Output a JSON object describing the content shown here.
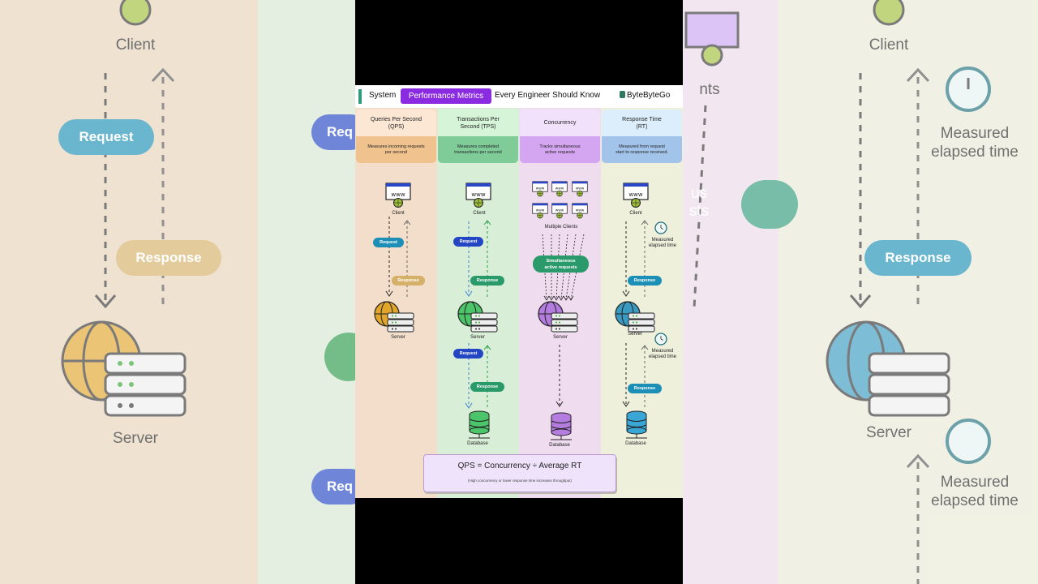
{
  "header": {
    "prefix": "System",
    "highlight": "Performance Metrics",
    "suffix": "Every Engineer Should Know",
    "brand": "ByteByteGo"
  },
  "columns": [
    {
      "title_l1": "Queries Per Second",
      "title_l2": "(QPS)",
      "desc_l1": "Measures incoming requests",
      "desc_l2": "per second"
    },
    {
      "title_l1": "Transactions Per",
      "title_l2": "Second (TPS)",
      "desc_l1": "Measures completed",
      "desc_l2": "transactions per second"
    },
    {
      "title_l1": "Concurrency",
      "title_l2": "",
      "desc_l1": "Tracks simultaneous",
      "desc_l2": "active requests"
    },
    {
      "title_l1": "Response Time",
      "title_l2": "(RT)",
      "desc_l1": "Measured from request",
      "desc_l2": "start to response received."
    }
  ],
  "labels": {
    "client": "Client",
    "server": "Server",
    "database": "Database",
    "request": "Request",
    "response": "Response",
    "multiple_clients": "Multiple Clients",
    "simultaneous_l1": "Simultaneous",
    "simultaneous_l2": "active requests",
    "measured_l1": "Measured",
    "measured_l2": "elapsed time"
  },
  "formula": {
    "main": "QPS = Concurrency ÷ Average RT",
    "note": "(High concurrency or lower response time increases throughput)"
  },
  "background": {
    "left_client": "Client",
    "left_request": "Request",
    "left_response": "Response",
    "left_server": "Server",
    "left_req2": "Req",
    "left_req3": "Req",
    "right_client": "Client",
    "right_response": "Response",
    "right_server": "Server",
    "right_measured_l1": "Measured",
    "right_measured_l2": "elapsed time",
    "right_measured2_l1": "Measured",
    "right_measured2_l2": "elapsed time",
    "right_partial1": "nts",
    "right_partial2": "us",
    "right_partial3": "sts"
  },
  "colors": {
    "qps": "#f7dcc0",
    "qps_dark": "#efc28e",
    "tps": "#d8eed6",
    "tps_dark": "#7fcc99",
    "conc": "#f0dcef",
    "conc_dark": "#d4a5f0",
    "rt": "#eef0dc",
    "rt_dark": "#a2c4ea",
    "accent": "#8a2be2"
  }
}
